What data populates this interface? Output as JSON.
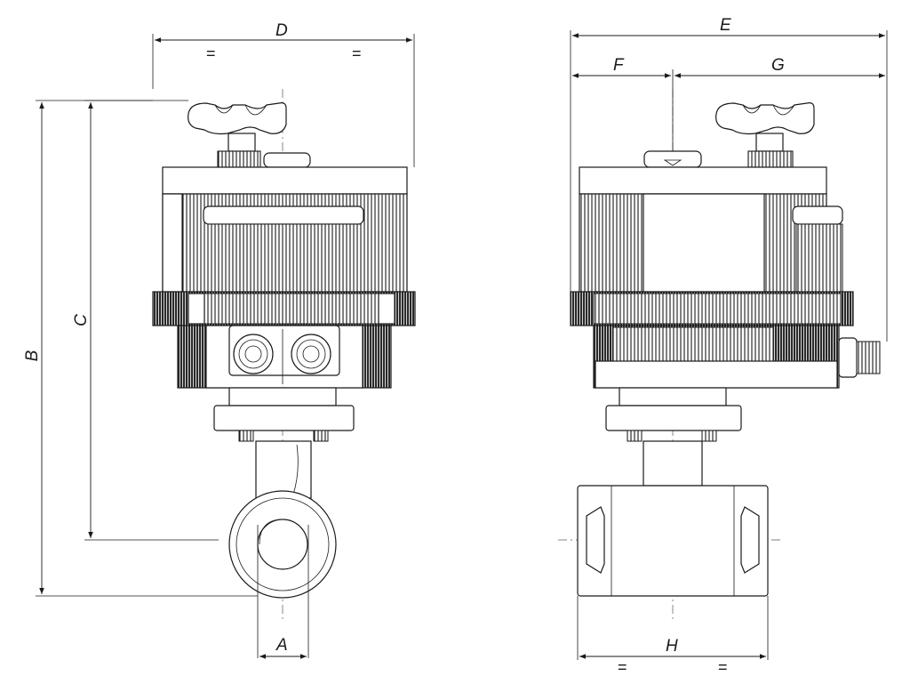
{
  "dimensions": {
    "A": "A",
    "B": "B",
    "C": "C",
    "D": "D",
    "E": "E",
    "F": "F",
    "G": "G",
    "H": "H"
  },
  "equal_marks": {
    "d_left": "=",
    "d_right": "=",
    "h_left": "=",
    "h_right": "="
  }
}
